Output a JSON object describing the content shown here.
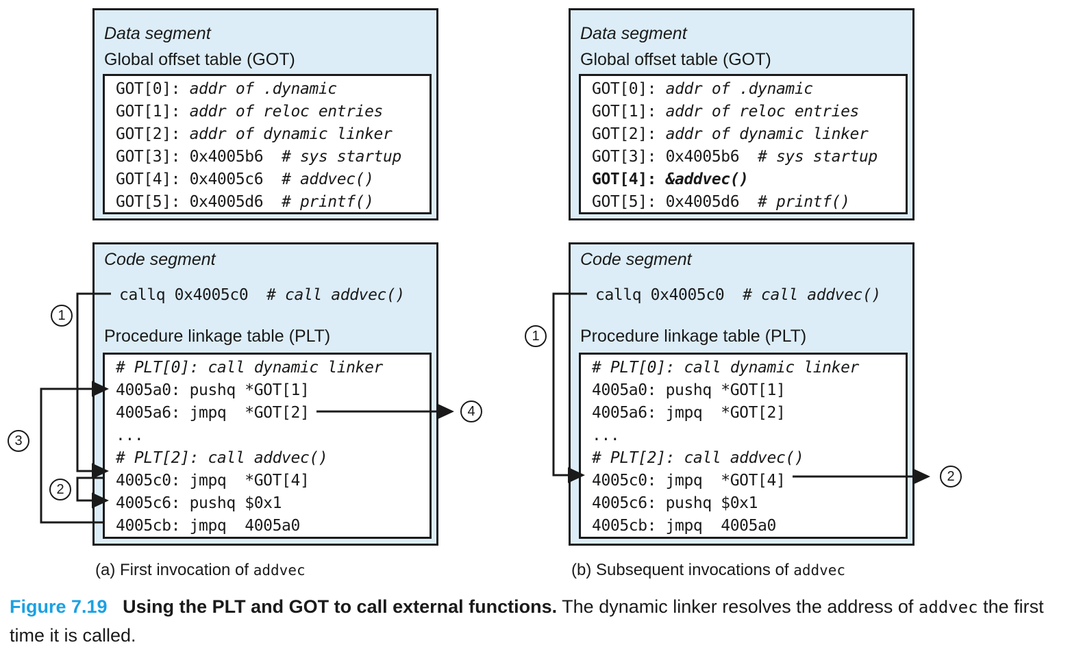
{
  "figure": {
    "number": "Figure 7.19",
    "title": "Using the PLT and GOT to call external functions.",
    "body_1": " The dynamic linker resolves the address of ",
    "body_code": "addvec",
    "body_2": " the first time it is called.",
    "accent_color": "#1ba1e2",
    "panel_fill": "#dcedf7",
    "stroke_color": "#1a1a1a"
  },
  "panels": {
    "left": {
      "caption_prefix": "(a) First invocation of ",
      "caption_code": "addvec",
      "data_segment": {
        "title": "Data segment",
        "subtitle": "Global offset table (GOT)",
        "entries": [
          {
            "label": "GOT[0]:",
            "value": "addr of .dynamic",
            "value_style": "italic",
            "bold": false
          },
          {
            "label": "GOT[1]:",
            "value": "addr of reloc entries",
            "value_style": "italic",
            "bold": false
          },
          {
            "label": "GOT[2]:",
            "value": "addr of dynamic linker",
            "value_style": "italic",
            "bold": false
          },
          {
            "label": "GOT[3]:",
            "addr": "0x4005b6",
            "comment": "# sys startup",
            "value_style": "addr-comment",
            "bold": false
          },
          {
            "label": "GOT[4]:",
            "addr": "0x4005c6",
            "comment": "# addvec()",
            "value_style": "addr-comment",
            "bold": false
          },
          {
            "label": "GOT[5]:",
            "addr": "0x4005d6",
            "comment": "# printf()",
            "value_style": "addr-comment",
            "bold": false
          }
        ]
      },
      "code_segment": {
        "title": "Code segment",
        "call_instruction": "callq 0x4005c0",
        "call_comment": "# call addvec()",
        "subtitle": "Procedure linkage table (PLT)",
        "lines": [
          {
            "text": "# PLT[0]: call dynamic linker",
            "style": "italic"
          },
          {
            "text": "4005a0: pushq *GOT[1]",
            "style": "plain"
          },
          {
            "text": "4005a6: jmpq  *GOT[2]",
            "style": "plain"
          },
          {
            "text": "...",
            "style": "plain"
          },
          {
            "text": "# PLT[2]: call addvec()",
            "style": "italic"
          },
          {
            "text": "4005c0: jmpq  *GOT[4]",
            "style": "plain"
          },
          {
            "text": "4005c6: pushq $0x1",
            "style": "plain"
          },
          {
            "text": "4005cb: jmpq  4005a0",
            "style": "plain"
          }
        ]
      },
      "callouts": [
        {
          "id": "1",
          "label": "1"
        },
        {
          "id": "3",
          "label": "3"
        },
        {
          "id": "2",
          "label": "2"
        },
        {
          "id": "4",
          "label": "4"
        }
      ]
    },
    "right": {
      "caption_prefix": "(b) Subsequent invocations of ",
      "caption_code": "addvec",
      "data_segment": {
        "title": "Data segment",
        "subtitle": "Global offset table (GOT)",
        "entries": [
          {
            "label": "GOT[0]:",
            "value": "addr of .dynamic",
            "value_style": "italic",
            "bold": false
          },
          {
            "label": "GOT[1]:",
            "value": "addr of reloc entries",
            "value_style": "italic",
            "bold": false
          },
          {
            "label": "GOT[2]:",
            "value": "addr of dynamic linker",
            "value_style": "italic",
            "bold": false
          },
          {
            "label": "GOT[3]:",
            "addr": "0x4005b6",
            "comment": "# sys startup",
            "value_style": "addr-comment",
            "bold": false
          },
          {
            "label": "GOT[4]:",
            "value": "&addvec()",
            "value_style": "italic",
            "bold": true
          },
          {
            "label": "GOT[5]:",
            "addr": "0x4005d6",
            "comment": "# printf()",
            "value_style": "addr-comment",
            "bold": false
          }
        ]
      },
      "code_segment": {
        "title": "Code segment",
        "call_instruction": "callq 0x4005c0",
        "call_comment": "# call addvec()",
        "subtitle": "Procedure linkage table (PLT)",
        "lines": [
          {
            "text": "# PLT[0]: call dynamic linker",
            "style": "italic"
          },
          {
            "text": "4005a0: pushq *GOT[1]",
            "style": "plain"
          },
          {
            "text": "4005a6: jmpq  *GOT[2]",
            "style": "plain"
          },
          {
            "text": "...",
            "style": "plain"
          },
          {
            "text": "# PLT[2]: call addvec()",
            "style": "italic"
          },
          {
            "text": "4005c0: jmpq  *GOT[4]",
            "style": "plain"
          },
          {
            "text": "4005c6: pushq $0x1",
            "style": "plain"
          },
          {
            "text": "4005cb: jmpq  4005a0",
            "style": "plain"
          }
        ]
      },
      "callouts": [
        {
          "id": "1",
          "label": "1"
        },
        {
          "id": "2",
          "label": "2"
        }
      ]
    }
  }
}
